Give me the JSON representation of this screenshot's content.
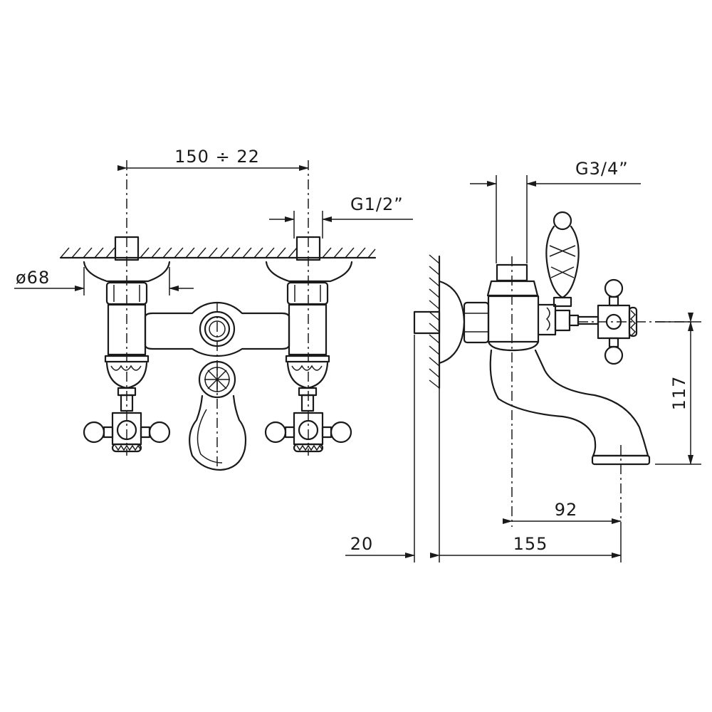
{
  "dimensions": {
    "center_distance": "150 ÷ 22",
    "inlet_thread": "G1/2”",
    "flange_diameter": "ø68",
    "outlet_thread": "G3/4”",
    "spout_height": "117",
    "spout_reach": "92",
    "wall_offset": "20",
    "total_projection": "155"
  }
}
